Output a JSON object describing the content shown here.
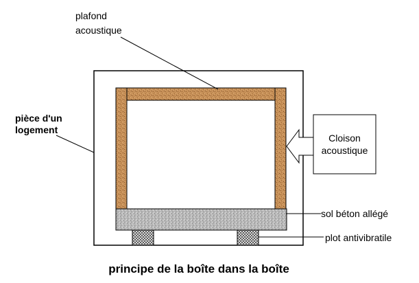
{
  "labels": {
    "plafond_line1": "plafond",
    "plafond_line2": "acoustique",
    "piece_line1": "pièce d'un",
    "piece_line2": "logement",
    "cloison_line1": "Cloison",
    "cloison_line2": "acoustique",
    "sol": "sol béton allégé",
    "plot": "plot antivibratile",
    "caption": "principe de la boîte dans la boîte"
  },
  "colors": {
    "cork": "#c8925a",
    "cork_dark": "#8f5a2a",
    "concrete": "#b9b9b9",
    "outline": "#000000",
    "background": "#ffffff"
  },
  "components": {
    "outer_room": "pièce d'un logement",
    "inner_box": "boîte",
    "ceiling": "plafond acoustique",
    "walls": "Cloison acoustique",
    "floor_slab": "sol béton allégé",
    "pads": "plot antivibratile"
  }
}
